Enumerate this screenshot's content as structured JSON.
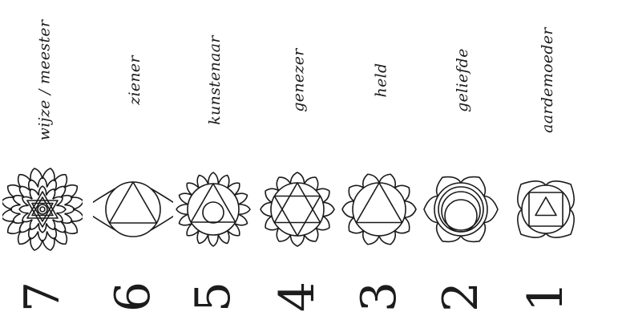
{
  "chakras": [
    {
      "number": "7",
      "title": "wijze / meester",
      "symbol": "lotus-thousand-petal"
    },
    {
      "number": "6",
      "title": "ziener",
      "symbol": "circle-with-two-petals-triangle"
    },
    {
      "number": "5",
      "title": "kunstenaar",
      "symbol": "lotus-triangle-with-circle"
    },
    {
      "number": "4",
      "title": "genezer",
      "symbol": "lotus-hexagram"
    },
    {
      "number": "3",
      "title": "held",
      "symbol": "lotus-triangle"
    },
    {
      "number": "2",
      "title": "geliefde",
      "symbol": "lotus-crescent-circles"
    },
    {
      "number": "1",
      "title": "aardemoeder",
      "symbol": "lotus-square-triangle"
    }
  ]
}
